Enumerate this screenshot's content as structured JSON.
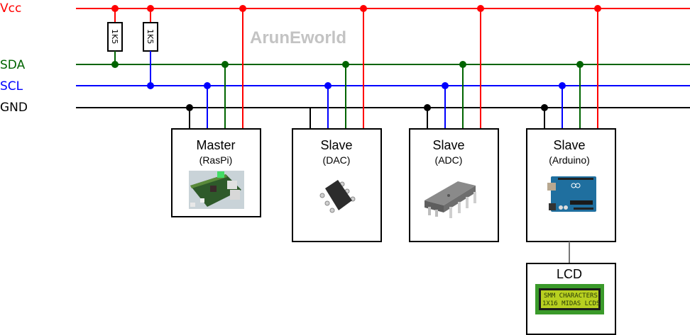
{
  "diagram": {
    "watermark": "ArunEworld",
    "rails": [
      {
        "id": "vcc",
        "label": "Vcc",
        "color": "#ff0000"
      },
      {
        "id": "sda",
        "label": "SDA",
        "color": "#006400"
      },
      {
        "id": "scl",
        "label": "SCL",
        "color": "#0000ff"
      },
      {
        "id": "gnd",
        "label": "GND",
        "color": "#000000"
      }
    ],
    "pullup_resistors": [
      {
        "label": "1K5",
        "connects": "SDA"
      },
      {
        "label": "1K5",
        "connects": "SCL"
      }
    ],
    "devices": [
      {
        "title": "Master",
        "subtitle": "(RasPi)",
        "image": "raspberry-pi-board",
        "gnd_junction_dot": true
      },
      {
        "title": "Slave",
        "subtitle": "(DAC)",
        "image": "sot23-6-chip",
        "gnd_junction_dot": false
      },
      {
        "title": "Slave",
        "subtitle": "(ADC)",
        "image": "dip8-chip",
        "gnd_junction_dot": true
      },
      {
        "title": "Slave",
        "subtitle": "(Arduino)",
        "image": "arduino-uno-board",
        "gnd_junction_dot": true
      }
    ],
    "lcd": {
      "title": "LCD",
      "line1": "SMM CHARACTERS",
      "line2": "1X16  MIDAS LCDS",
      "connected_to": "Slave (Arduino)"
    }
  }
}
